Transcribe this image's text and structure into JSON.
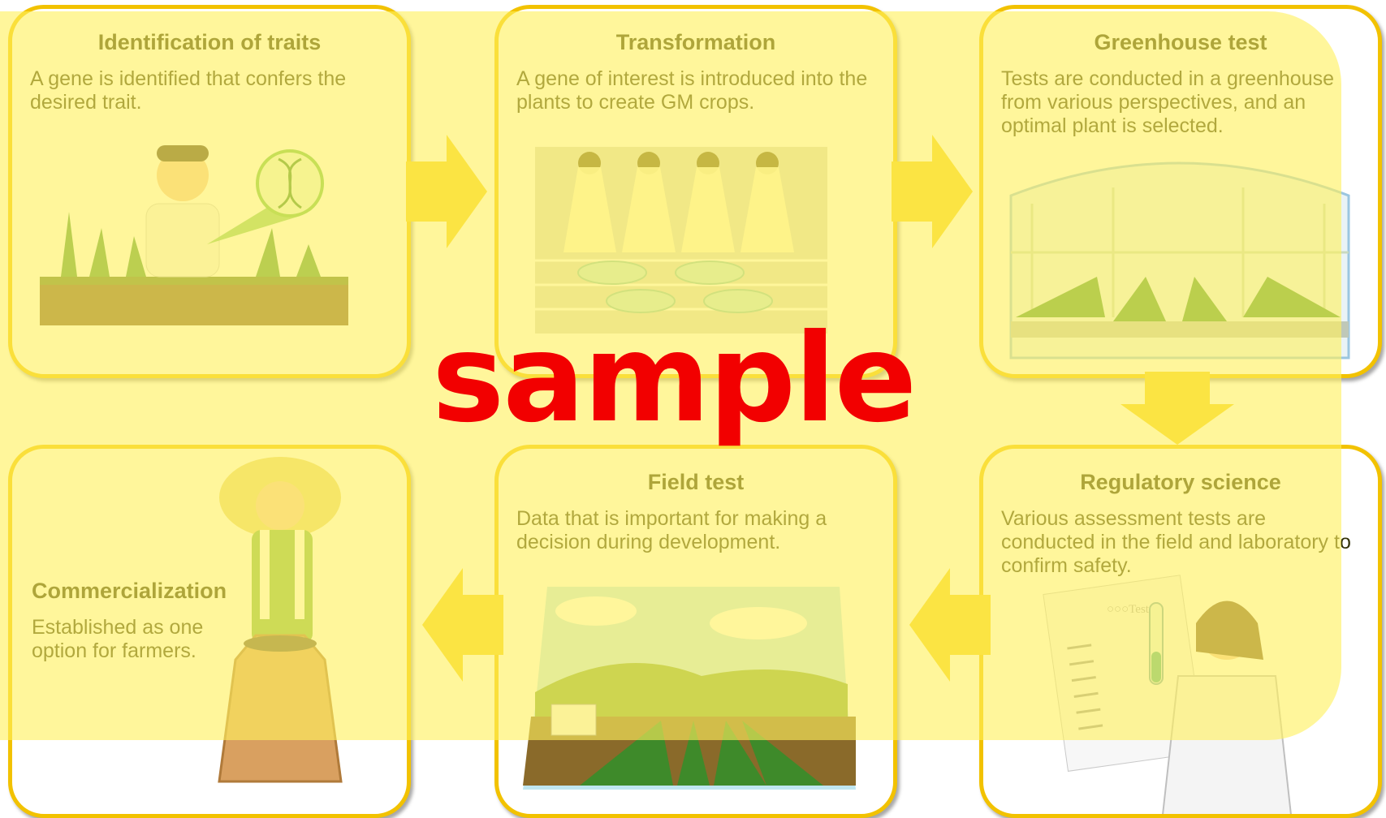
{
  "steps": [
    {
      "id": "identification",
      "title": "Identification of traits",
      "description": "A gene is identified that confers the desired trait."
    },
    {
      "id": "transformation",
      "title": "Transformation",
      "description": "A gene of interest is introduced into the plants to create GM crops."
    },
    {
      "id": "greenhouse",
      "title": "Greenhouse test",
      "description": "Tests are conducted in a greenhouse from various perspectives, and an optimal plant is selected."
    },
    {
      "id": "regulatory",
      "title": "Regulatory science",
      "description": "Various assessment tests are conducted in the field and laboratory to confirm safety.",
      "document_label": "○○○Test"
    },
    {
      "id": "field",
      "title": "Field test",
      "description": "Data that is important for making a decision during development."
    },
    {
      "id": "commercialization",
      "title": "Commercialization",
      "description": "Established as one option for farmers."
    }
  ],
  "watermark": "sample",
  "colors": {
    "border": "#f2c200",
    "arrow": "#f5cf1a",
    "overlay": "#fff15e",
    "watermark": "#f20000"
  }
}
